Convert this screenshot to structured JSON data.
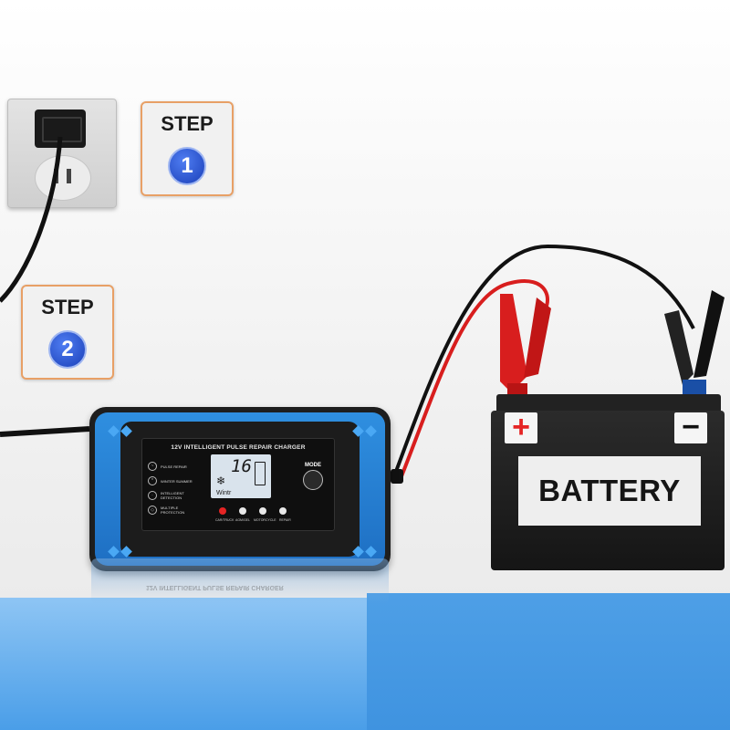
{
  "steps": [
    {
      "label": "STEP",
      "number": "1"
    },
    {
      "label": "STEP",
      "number": "2"
    }
  ],
  "charger": {
    "panel_title": "12V INTELLIGENT PULSE REPAIR CHARGER",
    "display_value": "16",
    "display_mode": "Wintr",
    "mode_button_label": "MODE",
    "modes": [
      {
        "label": "PULSE REPAIR"
      },
      {
        "label": "WINTER SUMMER"
      },
      {
        "label": "INTELLIGENT DETECTION"
      },
      {
        "label": "MULTIPLE PROTECTION"
      }
    ],
    "indicators": [
      {
        "label": "CAR/TRUCK",
        "color": "#e52424"
      },
      {
        "label": "AGM/GEL",
        "color": "#e8e8e8"
      },
      {
        "label": "MOTORCYCLE",
        "color": "#e8e8e8"
      },
      {
        "label": "REPAIR",
        "color": "#e8e8e8"
      }
    ],
    "body_color": "#2f8fe0"
  },
  "battery": {
    "label": "BATTERY",
    "positive_symbol": "+",
    "negative_symbol": "−"
  },
  "colors": {
    "step_border": "#e8a066",
    "step_circle": "#1a3fb8",
    "positive_cable": "#d81e1e",
    "negative_cable": "#111111",
    "floor": "#4a9ee8"
  }
}
